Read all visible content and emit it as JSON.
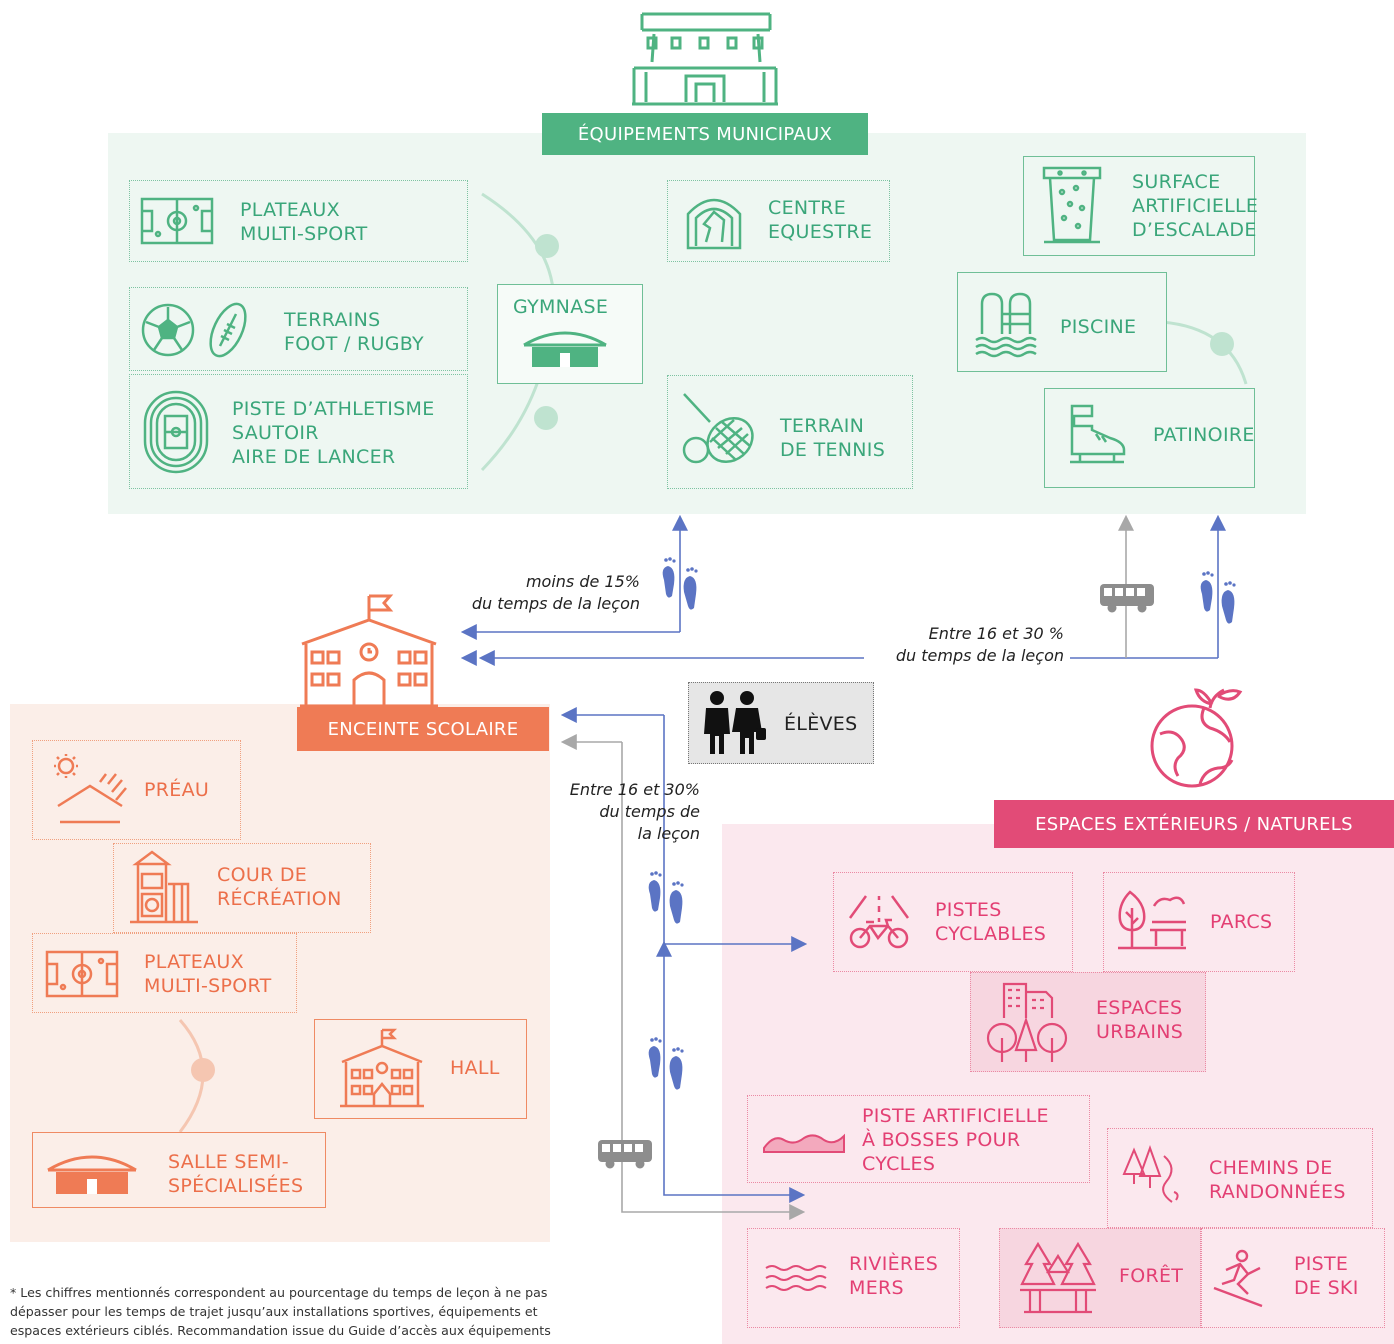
{
  "municipal": {
    "title": "ÉQUIPEMENTS MUNICIPAUX",
    "items": {
      "plateaux": "PLATEAUX\nMULTI-SPORT",
      "terrains": "TERRAINS\nFOOT / RUGBY",
      "piste": "PISTE D’ATHLETISME\nSAUTOIR\nAIRE DE LANCER",
      "gymnase": "GYMNASE",
      "equestre": "CENTRE\nEQUESTRE",
      "tennis": "TERRAIN\nDE TENNIS",
      "escalade": "SURFACE\nARTIFICIELLE\nD’ESCALADE",
      "piscine": "PISCINE",
      "patinoire": "PATINOIRE"
    }
  },
  "school": {
    "title": "ENCEINTE SCOLAIRE",
    "items": {
      "preau": "PRÉAU",
      "cour": "COUR DE\nRÉCRÉATION",
      "plateaux": "PLATEAUX\nMULTI-SPORT",
      "hall": "HALL",
      "salle": "SALLE SEMI-\nSPÉCIALISÉES"
    }
  },
  "outdoor": {
    "title": "ESPACES EXTÉRIEURS / NATURELS",
    "items": {
      "cyclables": "PISTES\nCYCLABLES",
      "parcs": "PARCS",
      "urbains": "ESPACES\nURBAINS",
      "bosses": "PISTE ARTIFICIELLE\nÀ BOSSES POUR\nCYCLES",
      "randonnees": "CHEMINS DE\nRANDONNÉES",
      "rivieres": "RIVIÈRES\nMERS",
      "foret": "FORÊT",
      "ski": "PISTE\nDE SKI"
    }
  },
  "eleves": "ÉLÈVES",
  "travel": {
    "t1": "moins de 15%\ndu temps de la leçon",
    "t2": "Entre 16 et 30 %\ndu temps de la leçon",
    "t3": "Entre 16 et 30%\ndu temps de\nla leçon"
  },
  "footnote": {
    "line1": "* Les chiffres mentionnés correspondent au pourcentage du temps de leçon à ne pas",
    "line2": "dépasser pour les temps de trajet jusqu’aux installations sportives, équipements et",
    "line3": "espaces extérieurs ciblés. Recommandation issue du Guide d’accès aux équipements"
  },
  "colors": {
    "municipal_bg": "#eef7f2",
    "municipal_accent": "#4fb382",
    "school_bg": "#fbeee8",
    "school_accent": "#ef7b55",
    "outdoor_bg": "#fbe8ee",
    "outdoor_accent": "#e24b77",
    "arrow_blue": "#5b74c4",
    "arrow_grey": "#a8a8a8"
  }
}
